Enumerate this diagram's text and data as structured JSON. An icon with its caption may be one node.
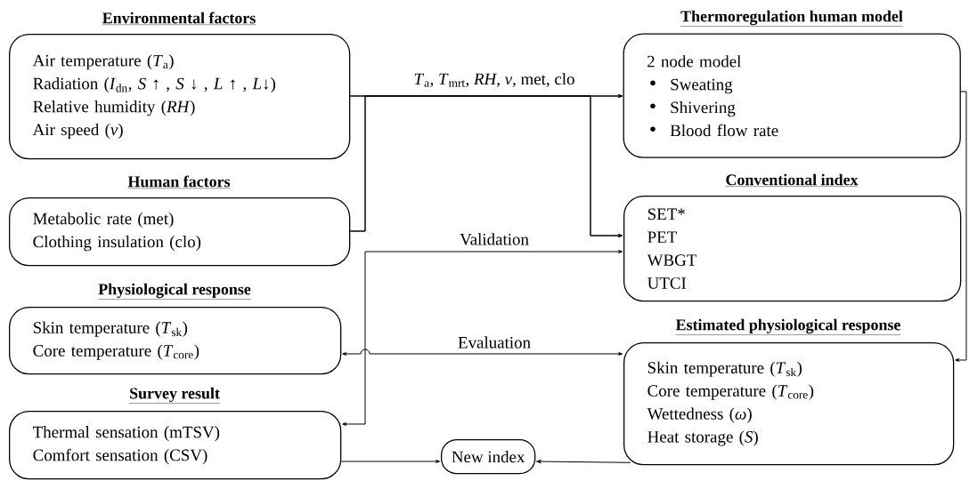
{
  "diagram": {
    "nodes": [
      {
        "text": [
          "Environmental factors",
          "Air temperature (*T*$_{a}$)",
          "Radiation (*I*$_{dn}$, *S* ↑ , *S* ↓ , *L* ↑ , *L*↓)",
          "Relative humidity (*RH*)",
          "Air speed (*v*)"
        ]
      },
      {
        "text": [
          "Thermoregulation human model",
          "2 node model",
          "Sweating",
          "Shivering",
          "Blood flow rate"
        ]
      },
      {
        "text": [
          "Human factors",
          "Metabolic rate (met)",
          "Clothing insulation (clo)"
        ]
      },
      {
        "text": [
          "Conventional index",
          "SET*",
          "PET",
          "WBGT",
          "UTCI"
        ]
      },
      {
        "text": [
          "Physiological response",
          "Skin temperature (*T*$_{sk}$)",
          "Core temperature (*T*$_{core}$)"
        ]
      },
      {
        "text": [
          "Estimated physiological response",
          "Skin temperature (*T*$_{sk}$)",
          "Core temperature (*T*$_{core}$)",
          "Wettedness (*ω*)",
          "Heat storage (*S*)"
        ]
      },
      {
        "text": [
          "Survey result",
          "Thermal sensation (mTSV)",
          "Comfort sensation (CSV)"
        ]
      },
      {
        "text": [
          "New index"
        ]
      }
    ],
    "edges": [
      {
        "from": 0,
        "to": 1,
        "arrow": "to",
        "label": "*T*$_{a}$, *T*$_{mrt}$, *RH*, *v*, met, clo"
      },
      {
        "from": 2,
        "to": 1,
        "arrow": "to"
      },
      {
        "from": 0,
        "to": 3,
        "arrow": "to"
      },
      {
        "from": 2,
        "to": 3,
        "arrow": "to"
      },
      {
        "from": 1,
        "to": 5,
        "arrow": "to"
      },
      {
        "from": 6,
        "to": 3,
        "arrow": "both",
        "label": "Validation"
      },
      {
        "from": 4,
        "to": 5,
        "arrow": "both",
        "label": "Evaluation"
      },
      {
        "from": 6,
        "to": 7,
        "arrow": "to"
      },
      {
        "from": 5,
        "to": 7,
        "arrow": "to"
      }
    ]
  }
}
